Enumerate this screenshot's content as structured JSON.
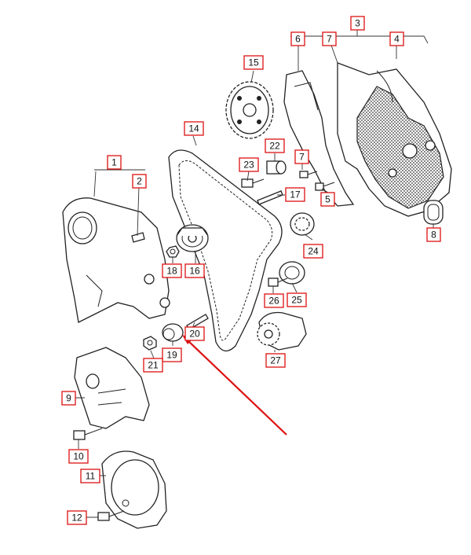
{
  "labels": {
    "l1": "1",
    "l2": "2",
    "l3": "3",
    "l4": "4",
    "l5": "5",
    "l6": "6",
    "l7a": "7",
    "l7b": "7",
    "l8": "8",
    "l9": "9",
    "l10": "10",
    "l11": "11",
    "l12": "12",
    "l14": "14",
    "l15": "15",
    "l16": "16",
    "l17": "17",
    "l18": "18",
    "l19": "19",
    "l20": "20",
    "l21": "21",
    "l22": "22",
    "l23": "23",
    "l24": "24",
    "l25": "25",
    "l26": "26",
    "l27": "27"
  },
  "colors": {
    "label_border": "#dd1111",
    "arrow": "#dd1111",
    "line": "#222222"
  }
}
